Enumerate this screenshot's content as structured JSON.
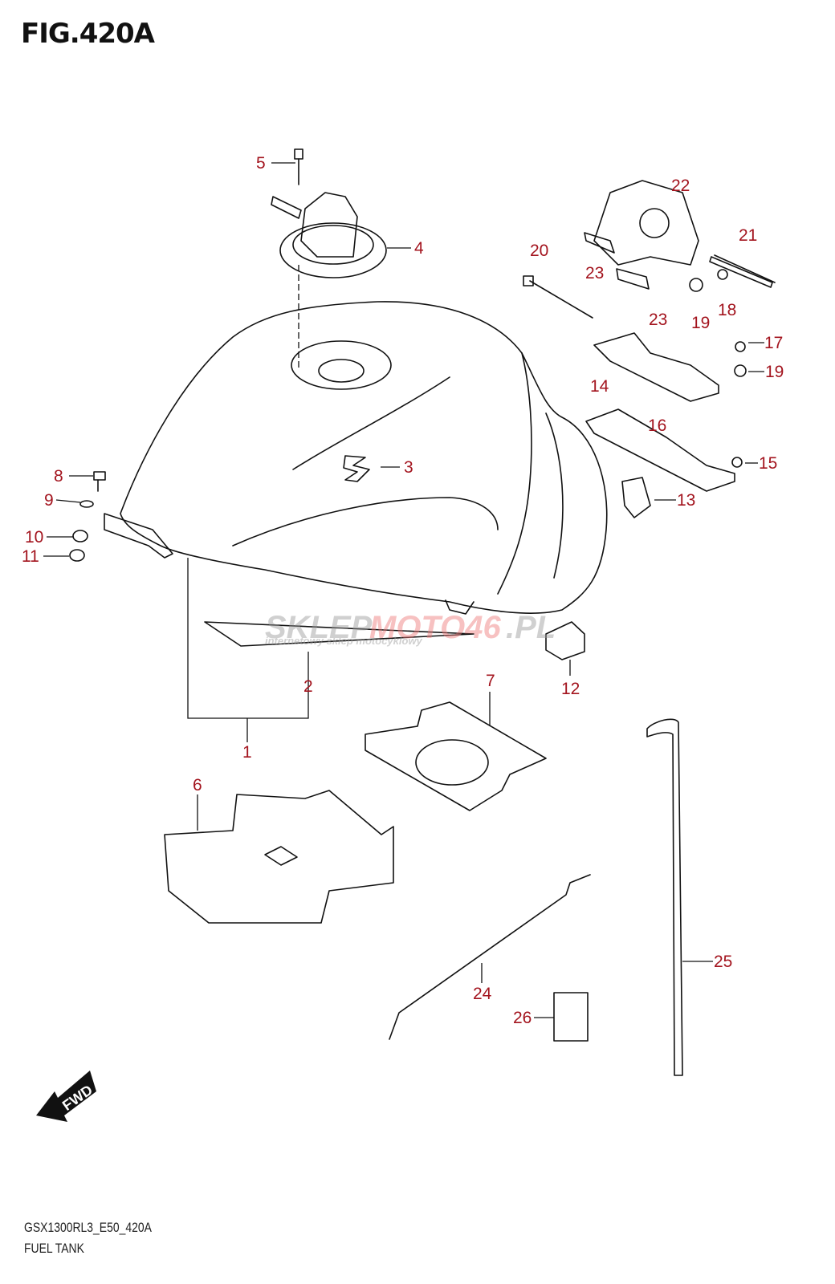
{
  "figure": {
    "title": "FIG.420A",
    "model_code": "GSX1300RL3_E50_420A",
    "name": "FUEL TANK"
  },
  "direction_arrow": {
    "label": "FWD"
  },
  "watermark": {
    "brand_a": "SKLEP",
    "brand_b": "MOTO46",
    "suffix": ".PL",
    "tagline": "internetowy sklep motocyklowy"
  },
  "colors": {
    "callout": "#a3141e",
    "line": "#111111"
  },
  "callouts": [
    "5",
    "4",
    "22",
    "21",
    "20",
    "23",
    "23",
    "19",
    "18",
    "17",
    "19",
    "14",
    "16",
    "3",
    "8",
    "9",
    "10",
    "11",
    "15",
    "13",
    "12",
    "2",
    "1",
    "7",
    "6",
    "25",
    "24",
    "26"
  ]
}
